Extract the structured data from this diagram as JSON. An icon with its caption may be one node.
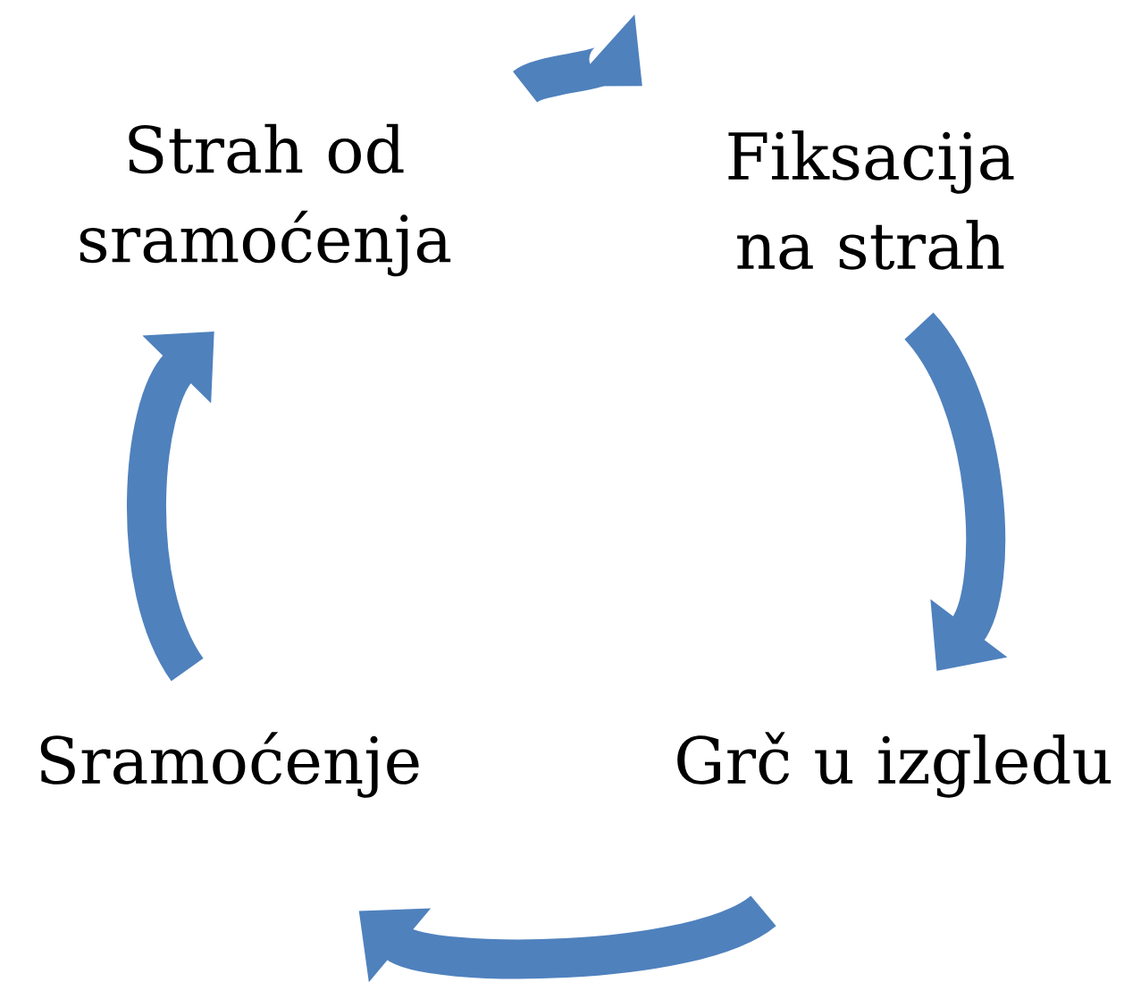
{
  "diagram": {
    "nodes": [
      {
        "text": [
          "Strah od sramoćenja"
        ]
      },
      {
        "text": [
          "Fiksacija na strah"
        ]
      },
      {
        "text": [
          "Grč u izgledu"
        ]
      },
      {
        "text": [
          "Sramoćenje"
        ]
      }
    ],
    "edges": [
      {
        "from": 0,
        "to": 1,
        "arrow": "to"
      },
      {
        "from": 1,
        "to": 2,
        "arrow": "to"
      },
      {
        "from": 2,
        "to": 3,
        "arrow": "to"
      },
      {
        "from": 3,
        "to": 0,
        "arrow": "to"
      }
    ]
  }
}
